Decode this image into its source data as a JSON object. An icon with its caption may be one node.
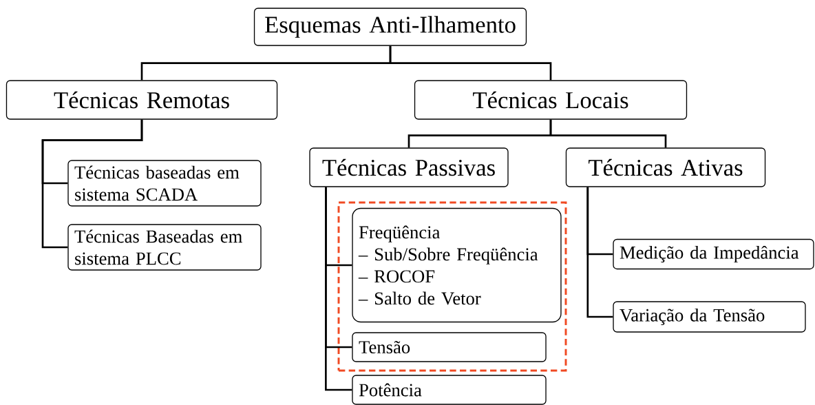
{
  "diagram": {
    "nodes": [
      {
        "text": [
          "Esquemas Anti-Ilhamento"
        ]
      },
      {
        "text": [
          "Técnicas Remotas"
        ]
      },
      {
        "text": [
          "Técnicas Locais"
        ]
      },
      {
        "text": [
          "Técnicas baseadas em sistema SCADA"
        ]
      },
      {
        "text": [
          "Técnicas Baseadas em sistema PLCC"
        ]
      },
      {
        "text": [
          "Técnicas Passivas"
        ]
      },
      {
        "text": [
          "Técnicas Ativas"
        ]
      },
      {
        "text": [],
        "shape": "box"
      },
      {
        "text": [
          "Freqüência",
          "– Sub/Sobre Freqüência",
          "– ROCOF",
          "– Salto de Vetor"
        ],
        "in": 7
      },
      {
        "text": [
          "Tensão"
        ],
        "in": 7
      },
      {
        "text": [
          "Potência"
        ]
      },
      {
        "text": [
          "Medição da Impedância"
        ]
      },
      {
        "text": [
          "Variação da Tensão"
        ]
      }
    ],
    "edges": [
      {
        "from": 0,
        "to": 1,
        "arrow": "none"
      },
      {
        "from": 0,
        "to": 2,
        "arrow": "none"
      },
      {
        "from": 1,
        "to": 3,
        "arrow": "none"
      },
      {
        "from": 1,
        "to": 4,
        "arrow": "none"
      },
      {
        "from": 2,
        "to": 5,
        "arrow": "none"
      },
      {
        "from": 2,
        "to": 6,
        "arrow": "none"
      },
      {
        "from": 5,
        "to": 8,
        "arrow": "none"
      },
      {
        "from": 5,
        "to": 9,
        "arrow": "none"
      },
      {
        "from": 5,
        "to": 10,
        "arrow": "none"
      },
      {
        "from": 6,
        "to": 11,
        "arrow": "none"
      },
      {
        "from": 6,
        "to": 12,
        "arrow": "none"
      }
    ]
  }
}
